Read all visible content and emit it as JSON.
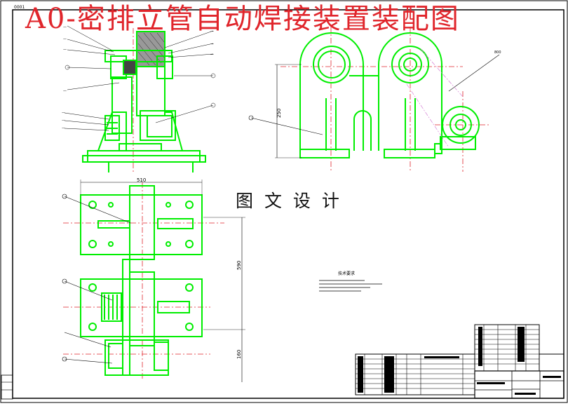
{
  "drawing": {
    "title": "A0-密排立管自动焊接装置装配图",
    "code": "0001",
    "caption": "图 文 设 计",
    "dimensions": {
      "height_dim": "250",
      "width_dim": "510",
      "vertical_dim": "590",
      "bottom_dim": "160"
    },
    "technical_requirements_heading": "技术要求",
    "colors": {
      "outline": "#00ee00",
      "centerline": "#e0252b",
      "centerline_alt": "#d070d0",
      "annotation": "#000000",
      "title": "#e0252b"
    }
  }
}
